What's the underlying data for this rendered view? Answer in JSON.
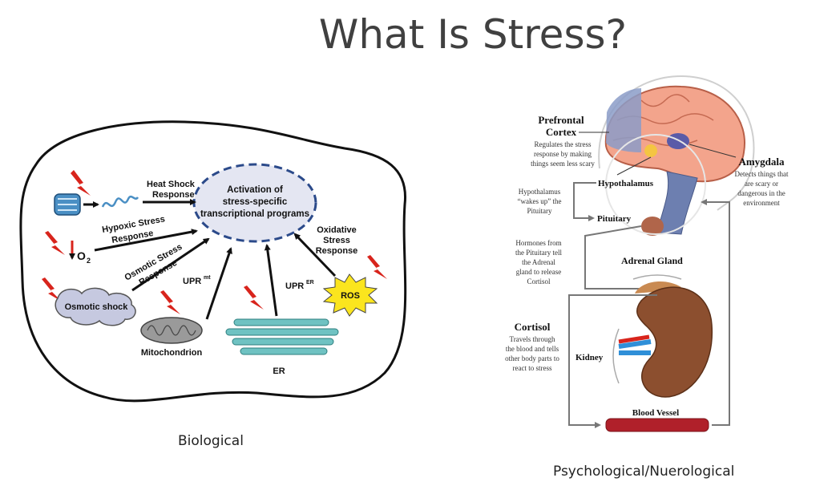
{
  "slide": {
    "title": "What Is Stress?",
    "caption_left": "Biological",
    "caption_right": "Psychological/Nuerological"
  },
  "biological": {
    "center": [
      "Activation of",
      "stress-specific",
      "transcriptional programs"
    ],
    "heat_shock": [
      "Heat Shock",
      "Response"
    ],
    "hypoxic": [
      "Hypoxic Stress",
      "Response"
    ],
    "o2": "O",
    "o2_sub": "2",
    "osmotic_stress": [
      "Osmotic Stress",
      "Response"
    ],
    "osmotic_shock": "Osmotic shock",
    "upr_mt": "UPR",
    "upr_mt_sup": "mt",
    "mitochondrion": "Mitochondrion",
    "upr_er": "UPR",
    "upr_er_sup": "ER",
    "er": "ER",
    "oxidative": [
      "Oxidative",
      "Stress",
      "Response"
    ],
    "ros": "ROS"
  },
  "neuro": {
    "prefrontal_title": [
      "Prefrontal",
      "Cortex"
    ],
    "prefrontal_desc": [
      "Regulates the stress",
      "response by making",
      "things seem less scary"
    ],
    "amygdala_title": "Amygdala",
    "amygdala_desc": [
      "Detects things that",
      "are scary or",
      "dangerous in the",
      "environment"
    ],
    "hypothalamus": "Hypothalamus",
    "hypothalamus_desc": [
      "Hypothalamus",
      "“wakes up” the",
      "Pituitary"
    ],
    "pituitary": "Pituitary",
    "hormones_desc": [
      "Hormones from",
      "the Pituitary tell",
      "the Adrenal",
      "gland to release",
      "Cortisol"
    ],
    "adrenal": "Adrenal Gland",
    "cortisol_title": "Cortisol",
    "cortisol_desc": [
      "Travels through",
      "the blood and tells",
      "other body parts to",
      "react to stress"
    ],
    "kidney": "Kidney",
    "blood_vessel": "Blood Vessel"
  }
}
